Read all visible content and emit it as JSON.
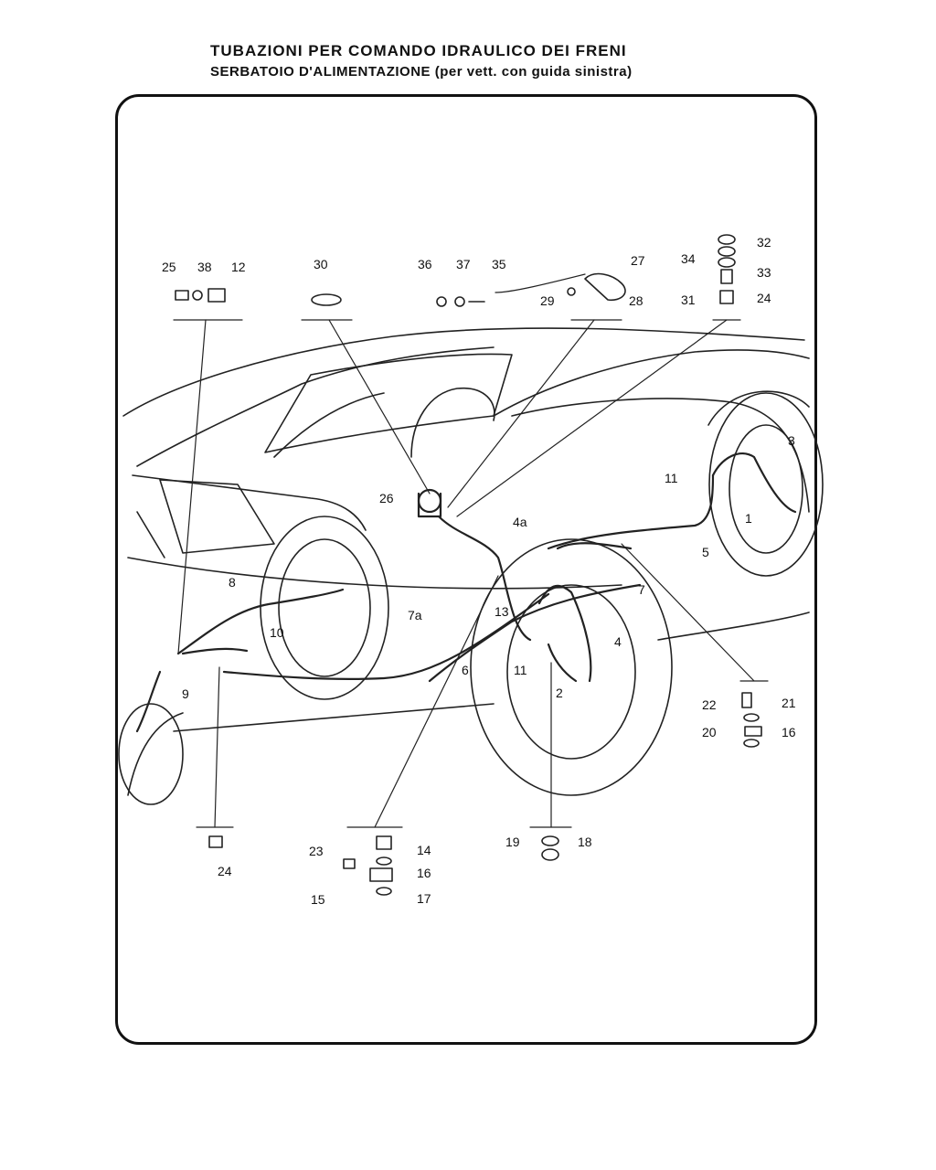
{
  "header": {
    "title": "TUBAZIONI PER COMANDO IDRAULICO DEI FRENI",
    "subtitle": "SERBATOIO D'ALIMENTAZIONE (per vett. con guida sinistra)"
  },
  "labels": {
    "l1": "1",
    "l2": "2",
    "l3": "3",
    "l4": "4",
    "l4a": "4a",
    "l5": "5",
    "l6": "6",
    "l7": "7",
    "l7a": "7a",
    "l8": "8",
    "l9": "9",
    "l10": "10",
    "l11a": "11",
    "l11b": "11",
    "l12": "12",
    "l13": "13",
    "l14": "14",
    "l15": "15",
    "l16a": "16",
    "l16b": "16",
    "l17": "17",
    "l18": "18",
    "l19": "19",
    "l20": "20",
    "l21": "21",
    "l22": "22",
    "l23": "23",
    "l24a": "24",
    "l24b": "24",
    "l25": "25",
    "l26": "26",
    "l27": "27",
    "l28": "28",
    "l29": "29",
    "l30": "30",
    "l31": "31",
    "l32": "32",
    "l33": "33",
    "l34": "34",
    "l35": "35",
    "l36": "36",
    "l37": "37",
    "l38": "38"
  },
  "colors": {
    "ink": "#111111",
    "paper": "#ffffff"
  }
}
